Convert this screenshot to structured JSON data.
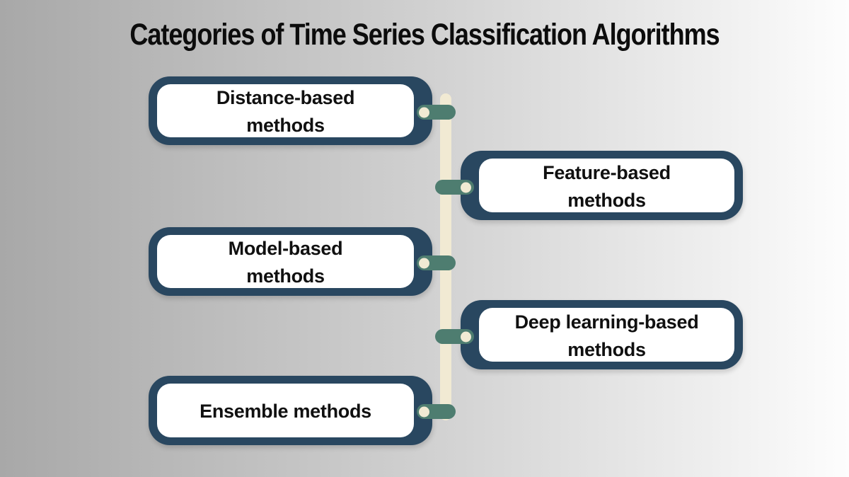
{
  "title": "Categories of Time Series Classification Algorithms",
  "palette": {
    "background_left": "#a8a8a8",
    "background_right": "#fdfdfd",
    "box_border": "#294760",
    "box_fill": "#ffffff",
    "connector": "#4e7d70",
    "timeline": "#f1ead3",
    "dot": "#f1ead3",
    "text": "#101010"
  },
  "diagram": {
    "type": "alternating-timeline",
    "items": [
      {
        "label": "Distance-based methods",
        "lines": [
          "Distance-based",
          "methods"
        ],
        "side": "left"
      },
      {
        "label": "Feature-based methods",
        "lines": [
          "Feature-based",
          "methods"
        ],
        "side": "right"
      },
      {
        "label": "Model-based methods",
        "lines": [
          "Model-based",
          "methods"
        ],
        "side": "left"
      },
      {
        "label": "Deep learning-based methods",
        "lines": [
          "Deep learning-based",
          "methods"
        ],
        "side": "right"
      },
      {
        "label": "Ensemble methods",
        "lines": [
          "Ensemble methods"
        ],
        "side": "left"
      }
    ]
  }
}
